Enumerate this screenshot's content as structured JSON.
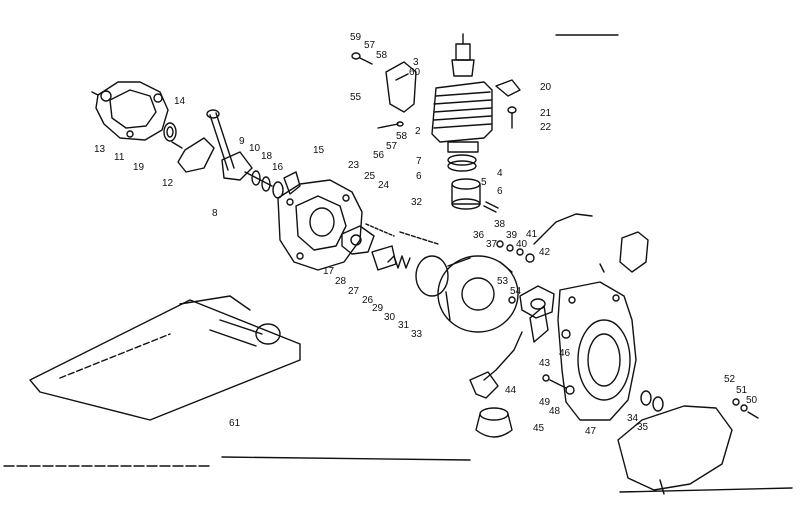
{
  "diagram": {
    "kind": "exploded-parts-view",
    "ink_color": "#111111",
    "paper_color": "#ffffff",
    "callouts": {
      "c1": "59",
      "c2": "57",
      "c3": "58",
      "c4": "3",
      "c5": "60",
      "c6": "20",
      "c7": "55",
      "c8": "21",
      "c9": "22",
      "c10": "14",
      "c11": "2",
      "c12": "58",
      "c13": "57",
      "c14": "56",
      "c15": "9",
      "c16": "10",
      "c17": "18",
      "c18": "15",
      "c19": "13",
      "c20": "11",
      "c21": "19",
      "c22": "16",
      "c23": "7",
      "c24": "4",
      "c25": "23",
      "c26": "25",
      "c27": "6",
      "c28": "5",
      "c29": "24",
      "c30": "12",
      "c31": "6",
      "c32": "32",
      "c33": "8",
      "c34": "38",
      "c35": "36",
      "c36": "39",
      "c37": "41",
      "c38": "37",
      "c39": "40",
      "c40": "42",
      "c41": "17",
      "c42": "28",
      "c43": "53",
      "c44": "27",
      "c45": "26",
      "c46": "54",
      "c47": "29",
      "c48": "30",
      "c49": "31",
      "c50": "33",
      "c51": "46",
      "c52": "43",
      "c53": "44",
      "c54": "49",
      "c55": "48",
      "c56": "52",
      "c57": "51",
      "c58": "50",
      "c59": "61",
      "c60": "34",
      "c61": "35",
      "c62": "45",
      "c63": "47"
    }
  }
}
